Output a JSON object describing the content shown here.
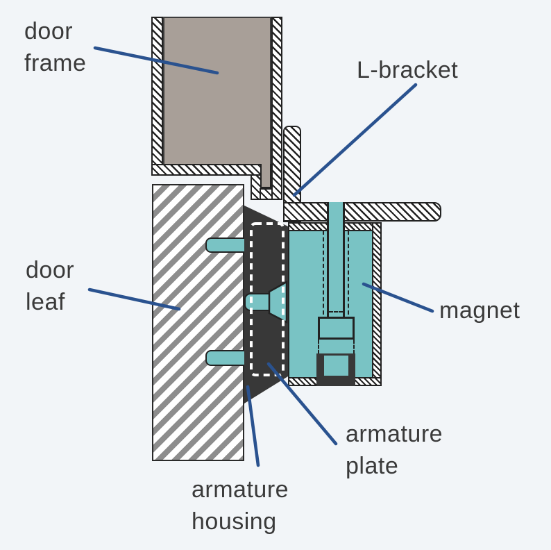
{
  "diagram": {
    "kind": "technical-cross-section",
    "subject": "electromagnetic door lock mounting detail",
    "labels": {
      "door_frame": [
        "door",
        "frame"
      ],
      "l_bracket": [
        "L-bracket"
      ],
      "door_leaf": [
        "door",
        "leaf"
      ],
      "magnet": [
        "magnet"
      ],
      "armature_plate": [
        "armature",
        "plate"
      ],
      "armature_housing": [
        "armature",
        "housing"
      ]
    },
    "colors": {
      "background": "#f2f5f8",
      "magnet_teal": "#79c3c4",
      "housing_dark": "#383838",
      "frame_gray": "#a89f98",
      "leaf_stripe_gray": "#8d8d8d",
      "outline_black": "#222222",
      "leader_blue": "#2a528f",
      "text_gray": "#3a3a3a",
      "plate_dash_white": "#ffffff"
    }
  }
}
